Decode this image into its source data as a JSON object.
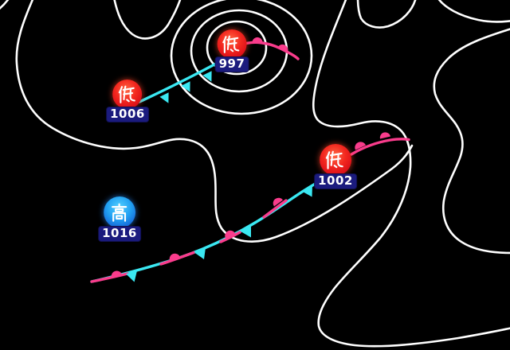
{
  "map": {
    "background": "#000000",
    "colors": {
      "isobar": "#ffffff",
      "cold_front": "#3ae8f2",
      "warm_front": "#fa3c8c",
      "low_circle_red": "#ee1c1c",
      "high_circle_blue": "#1f7fe8",
      "badge_navy": "#1b1b7e",
      "label_white": "#ffffff"
    },
    "systems": [
      {
        "kind": "low",
        "kanji": "低",
        "pressure": "997"
      },
      {
        "kind": "low",
        "kanji": "低",
        "pressure": "1006"
      },
      {
        "kind": "low",
        "kanji": "低",
        "pressure": "1002"
      },
      {
        "kind": "high",
        "kanji": "高",
        "pressure": "1016"
      }
    ],
    "fronts": [
      {
        "name": "cold-front-997-1006",
        "type": "cold"
      },
      {
        "name": "warm-front-997-east",
        "type": "warm"
      },
      {
        "name": "warm-front-1002-east",
        "type": "warm"
      },
      {
        "name": "stationary-front-southwest-1002",
        "type": "stationary"
      }
    ]
  }
}
